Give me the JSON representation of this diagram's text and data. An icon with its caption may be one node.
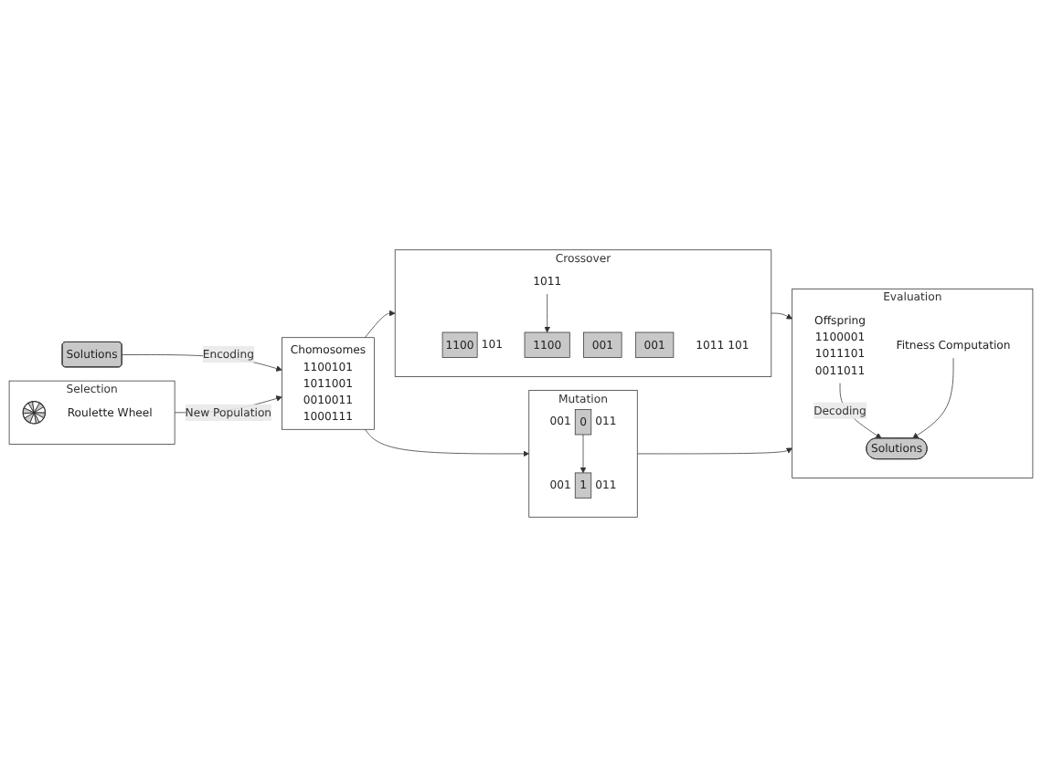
{
  "diagram": {
    "nodes": [
      {
        "text": [
          "Solutions"
        ]
      },
      {
        "text": [
          "Chomosomes",
          "1100101",
          "1011001",
          "0010011",
          "1000111"
        ]
      },
      {
        "text": [
          "Crossover",
          "1011 101"
        ]
      },
      {
        "text": [
          "1100"
        ],
        "in": 2,
        "beside": [
          "101"
        ]
      },
      {
        "text": [
          "1011"
        ],
        "in": 2
      },
      {
        "text": [
          "001"
        ],
        "in": 2
      },
      {
        "text": [
          "1100"
        ],
        "in": 2
      },
      {
        "text": [
          "001"
        ],
        "in": 2
      },
      {
        "text": [
          "Mutation"
        ]
      },
      {
        "text": [
          "0"
        ],
        "in": 8,
        "beside": [
          "001",
          "011"
        ]
      },
      {
        "text": [
          "1"
        ],
        "in": 8,
        "beside": [
          "001",
          "011"
        ]
      },
      {
        "text": [
          "Evaluation"
        ]
      },
      {
        "text": [
          "Offspring",
          "1100001",
          "1011101",
          "0011011"
        ],
        "in": 11
      },
      {
        "text": [
          "Solutions"
        ],
        "in": 11
      },
      {
        "text": [
          "Fitness Computation"
        ],
        "in": 11
      },
      {
        "text": [
          "Selection",
          "Roulette Wheel"
        ]
      },
      {
        "text": [],
        "shape": "picture",
        "in": 15
      }
    ],
    "edges": [
      {
        "from": 0,
        "to": 1,
        "label": "Encoding",
        "arrow": "to"
      },
      {
        "from": 1,
        "to": 2,
        "arrow": "to"
      },
      {
        "from": 1,
        "to": 8,
        "arrow": "to"
      },
      {
        "from": 2,
        "to": 11,
        "arrow": "to"
      },
      {
        "from": 8,
        "to": 11,
        "arrow": "to"
      },
      {
        "from": 15,
        "to": 1,
        "label": "New Population",
        "arrow": "to"
      },
      {
        "from": 4,
        "to": 6,
        "arrow": "to"
      },
      {
        "from": 9,
        "to": 10,
        "arrow": "to"
      },
      {
        "from": 12,
        "to": 13,
        "label": "Decoding",
        "arrow": "to"
      },
      {
        "from": 14,
        "to": 13,
        "arrow": "to"
      }
    ]
  }
}
